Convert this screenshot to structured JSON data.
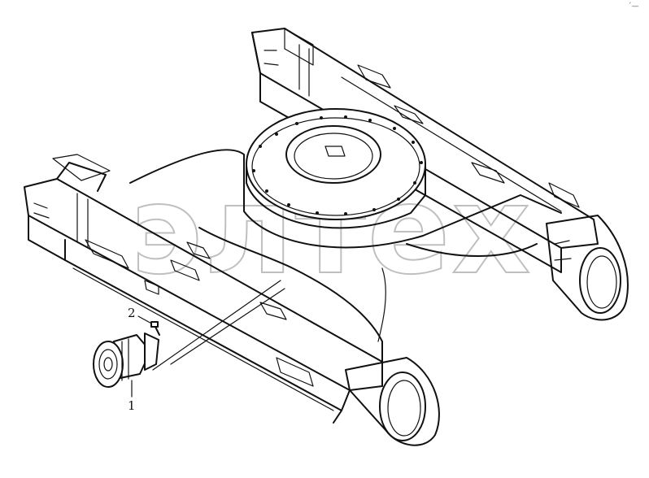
{
  "diagram": {
    "callouts": [
      {
        "id": "1",
        "text": "1"
      },
      {
        "id": "2",
        "text": "2"
      }
    ],
    "watermark": "элтех",
    "corner_mark": "´—"
  },
  "colors": {
    "line": "#111111",
    "watermark": "#b9b9b9",
    "background": "#ffffff"
  }
}
